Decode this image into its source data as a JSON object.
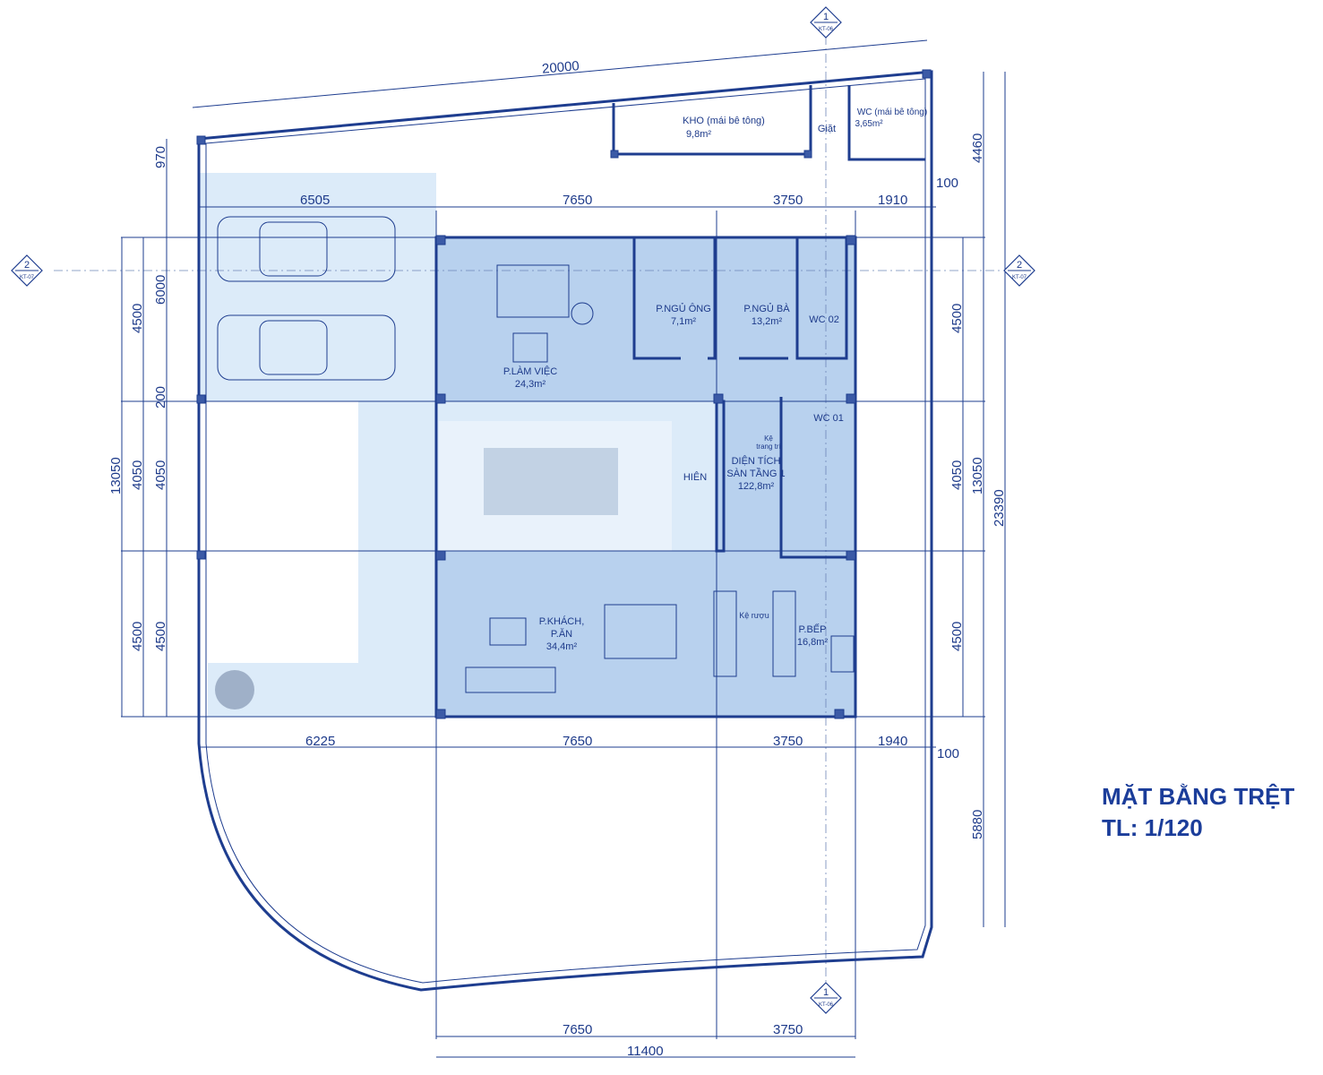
{
  "title": {
    "name": "MẶT BẰNG TRỆT",
    "scale": "TL: 1/120"
  },
  "section_markers": {
    "top": {
      "number": "1",
      "ref": "KT-06"
    },
    "bottom": {
      "number": "1",
      "ref": "KT-06"
    },
    "left": {
      "number": "2",
      "ref": "KT-07"
    },
    "right": {
      "number": "2",
      "ref": "KT-07"
    }
  },
  "rooms": {
    "kho": {
      "name": "KHO (mái bê tông)",
      "area": "9,8m²"
    },
    "giat": {
      "name": "Giặt"
    },
    "wc_top": {
      "name": "WC (mái bê tông)",
      "area": "3,65m²"
    },
    "lam_viec": {
      "name": "P.LÀM VIỆC",
      "area": "24,3m²"
    },
    "ngu_ong": {
      "name": "P.NGỦ ÔNG",
      "area": "7,1m²"
    },
    "ngu_ba": {
      "name": "P.NGỦ BÀ",
      "area": "13,2m²"
    },
    "wc02": {
      "name": "WC 02"
    },
    "wc01": {
      "name": "WC 01"
    },
    "ke_trang_tri": {
      "line1": "Kệ",
      "line2": "trang trí"
    },
    "dien_tich": {
      "line1": "DIỆN TÍCH",
      "line2": "SÀN TẦNG 1",
      "area": "122,8m²"
    },
    "hien": {
      "name": "HIÊN"
    },
    "khach_an": {
      "line1": "P.KHÁCH,",
      "line2": "P.ĂN",
      "area": "34,4m²"
    },
    "ke_ruou": {
      "name": "Kệ rượu"
    },
    "bep": {
      "name": "P.BẾP",
      "area": "16,8m²"
    }
  },
  "dimensions": {
    "top_total": "20000",
    "top_row": [
      "6505",
      "7650",
      "3750",
      "1910"
    ],
    "top_offset": "100",
    "bottom_row": [
      "6225",
      "7650",
      "3750",
      "1940"
    ],
    "bottom_offset": "100",
    "bottom_sub": [
      "7650",
      "3750"
    ],
    "bottom_total": "11400",
    "left_inner": [
      "970",
      "6000",
      "200",
      "4050",
      "4500"
    ],
    "left_outer": [
      "4500",
      "13050",
      "4050",
      "4500"
    ],
    "right_inner": [
      "4500",
      "4050",
      "4500"
    ],
    "right_outer": [
      "4460",
      "13050",
      "5880"
    ],
    "right_total": "23390"
  }
}
